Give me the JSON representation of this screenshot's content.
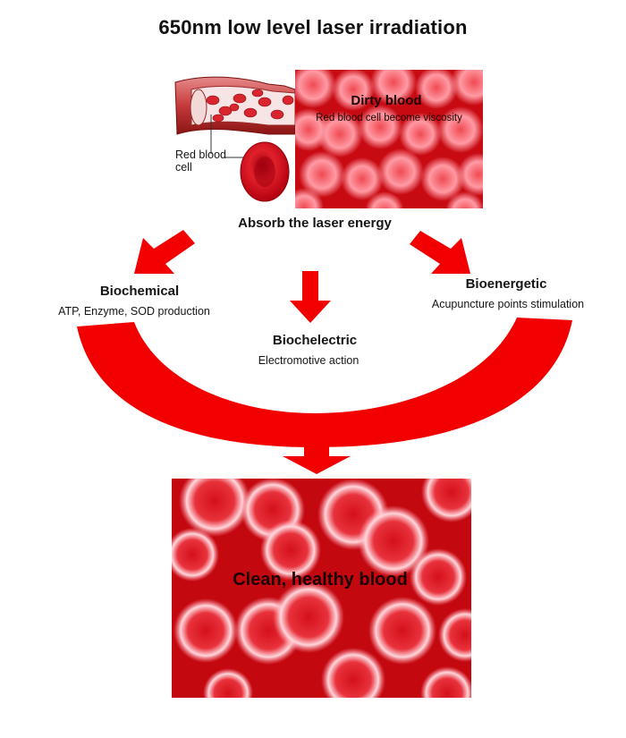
{
  "title": "650nm low level laser irradiation",
  "vessel": {
    "cell_label_line1": "Red blood",
    "cell_label_line2": "cell"
  },
  "dirty_blood": {
    "heading": "Dirty blood",
    "caption": "Red blood cell become viscosity"
  },
  "absorb_label": "Absorb the laser energy",
  "effects": {
    "biochemical": {
      "heading": "Biochemical",
      "caption": "ATP, Enzyme, SOD production"
    },
    "biochelectric": {
      "heading": "Biochelectric",
      "caption": "Electromotive action"
    },
    "bioenergetic": {
      "heading": "Bioenergetic",
      "caption": "Acupuncture points stimulation"
    }
  },
  "clean_blood": {
    "heading": "Clean, healthy blood"
  },
  "colors": {
    "arrow_red": "#f20000",
    "blood_dark": "#b80008",
    "blood_mid": "#d40a14",
    "cell_light": "#ffe2e6"
  }
}
